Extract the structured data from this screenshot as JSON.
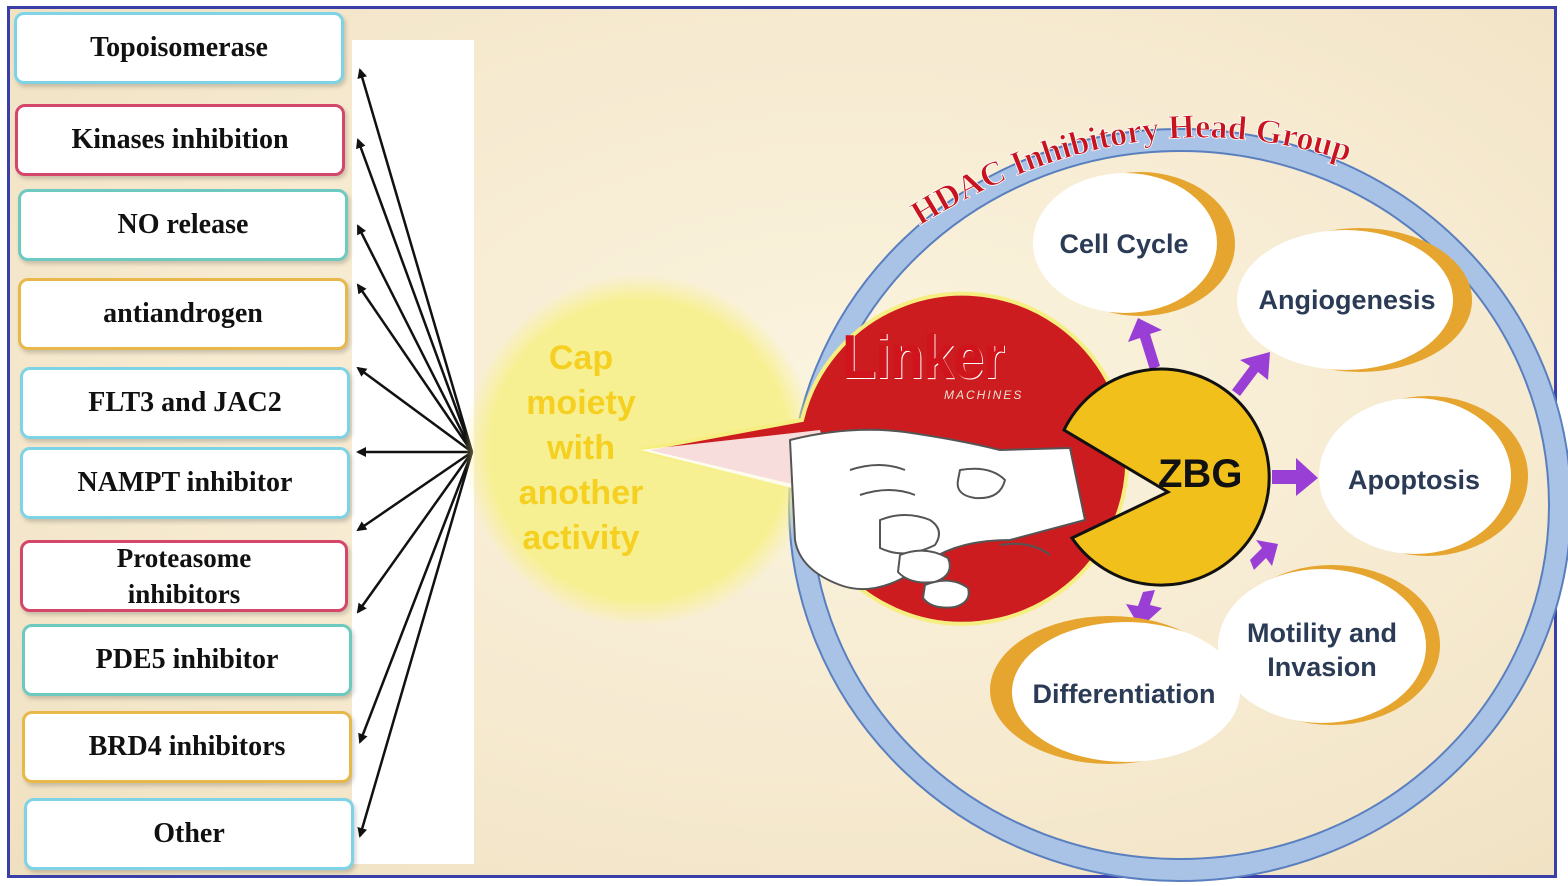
{
  "targets": [
    {
      "lines": [
        "Topoisomerase"
      ],
      "border": "#7fd3e6"
    },
    {
      "lines": [
        "Kinases inhibition"
      ],
      "border": "#d4476a"
    },
    {
      "lines": [
        "NO release"
      ],
      "border": "#6ec9c0"
    },
    {
      "lines": [
        "antiandrogen"
      ],
      "border": "#e8b94a"
    },
    {
      "lines": [
        "FLT3 and JAC2"
      ],
      "border": "#7fd3e6"
    },
    {
      "lines": [
        "NAMPT inhibitor"
      ],
      "border": "#7fd3e6"
    },
    {
      "lines": [
        "Proteasome",
        "inhibitors"
      ],
      "border": "#d4476a"
    },
    {
      "lines": [
        "PDE5 inhibitor"
      ],
      "border": "#6ec9c0"
    },
    {
      "lines": [
        "BRD4 inhibitors"
      ],
      "border": "#e8b94a"
    },
    {
      "lines": [
        "Other"
      ],
      "border": "#7fd3e6"
    }
  ],
  "cap": {
    "lines": [
      "Cap",
      "moiety",
      "with",
      "another",
      "activity"
    ],
    "fill": "#cc1c1f",
    "text_color": "#f5d020"
  },
  "linker": {
    "label": "Linker",
    "watermark": "MACHINES",
    "color": "#d0141c"
  },
  "zbg": {
    "label": "ZBG",
    "fill": "#f2c01a"
  },
  "head_group": {
    "title": "HDAC Inhibitory Head Group",
    "title_color": "#c8141f",
    "ring_color": "#a9c3e6"
  },
  "effects": [
    {
      "lines": [
        "Cell Cycle"
      ]
    },
    {
      "lines": [
        "Angiogenesis"
      ]
    },
    {
      "lines": [
        "Apoptosis"
      ]
    },
    {
      "lines": [
        "Motility and",
        "Invasion"
      ]
    },
    {
      "lines": [
        "Differentiation"
      ]
    }
  ],
  "colors": {
    "effect_arrow": "#9a3fd6",
    "bubble_rim": "#e6a52e",
    "frame": "#3a3fa8"
  }
}
